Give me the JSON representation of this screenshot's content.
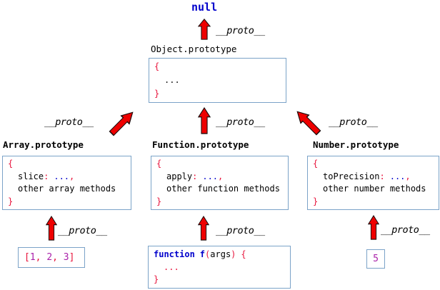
{
  "colors": {
    "code_blue": "#0000cc",
    "punct_red": "#e8143c",
    "number_magenta": "#aa22aa",
    "box_border": "#7ba3c8",
    "arrow_red": "#ee0000"
  },
  "labels": {
    "null": "null",
    "proto": "__proto__"
  },
  "object_proto": {
    "title": "Object.prototype",
    "open": "{",
    "dots": "...",
    "close": "}"
  },
  "protos": [
    {
      "title": "Array.prototype",
      "open": "{",
      "method": "slice",
      "colon": ":",
      "value": "...",
      "comma": ",",
      "other": "other array methods",
      "close": "}"
    },
    {
      "title": "Function.prototype",
      "open": "{",
      "method": "apply",
      "colon": ":",
      "value": "...",
      "comma": ",",
      "other": "other function methods",
      "close": "}"
    },
    {
      "title": "Number.prototype",
      "open": "{",
      "method": "toPrecision",
      "colon": ":",
      "value": "...",
      "comma": ",",
      "other": "other number methods",
      "close": "}"
    }
  ],
  "instances": {
    "array": {
      "open": "[",
      "num1": "1",
      "comma1": ", ",
      "num2": "2",
      "comma2": ", ",
      "num3": "3",
      "close": "]"
    },
    "function": {
      "keyword": "function",
      "name": "f",
      "paren_open": "(",
      "args": "args",
      "paren_close": ")",
      "brace_open": "{",
      "dots": "...",
      "brace_close": "}"
    },
    "number": {
      "value": "5"
    }
  }
}
